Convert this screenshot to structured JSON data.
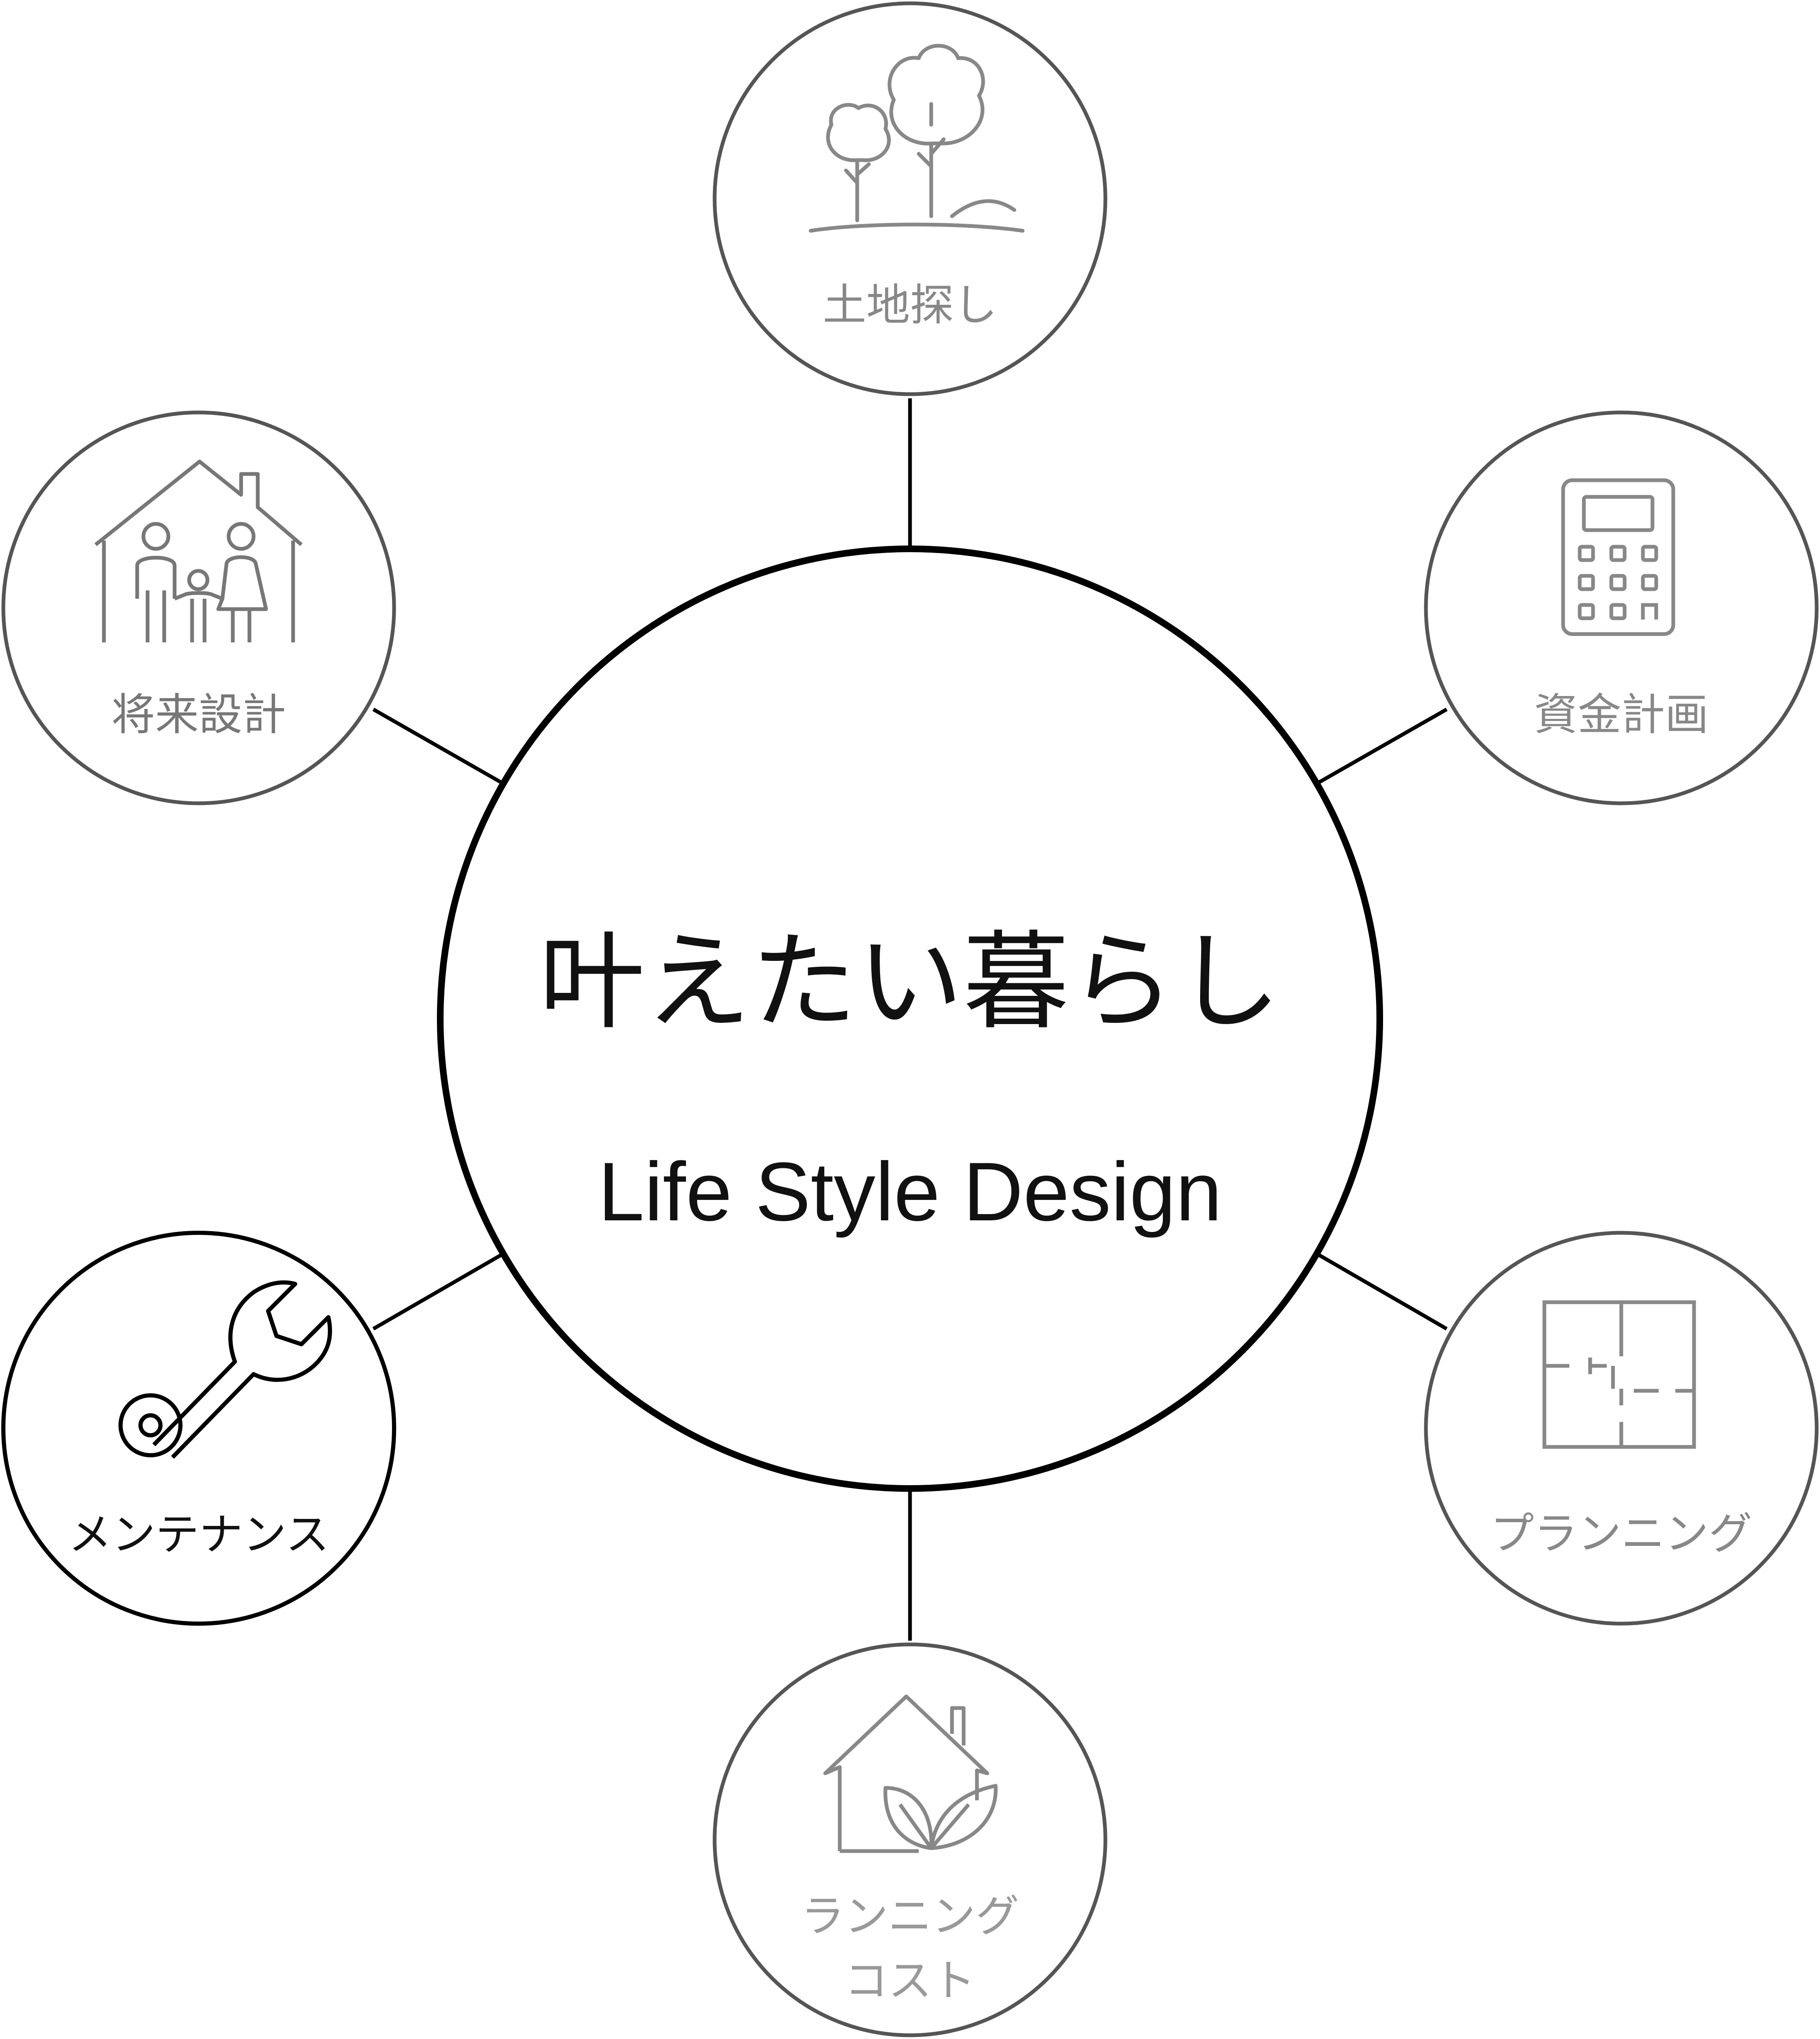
{
  "center": {
    "title": "叶えたい暮らし",
    "subtitle": "Life Style Design"
  },
  "nodes": [
    {
      "id": "land",
      "label": "土地探し",
      "icon": "trees-icon",
      "color": "#888888"
    },
    {
      "id": "finance",
      "label": "資金計画",
      "icon": "calculator-icon",
      "color": "#888888"
    },
    {
      "id": "planning",
      "label": "プランニング",
      "icon": "floor-plan-icon",
      "color": "#888888"
    },
    {
      "id": "running",
      "label_line1": "ランニング",
      "label_line2": "コスト",
      "icon": "eco-house-icon",
      "color": "#888888"
    },
    {
      "id": "maintenance",
      "label": "メンテナンス",
      "icon": "wrench-icon",
      "color": "#111111"
    },
    {
      "id": "future",
      "label": "将来設計",
      "icon": "family-house-icon",
      "color": "#777777"
    }
  ]
}
